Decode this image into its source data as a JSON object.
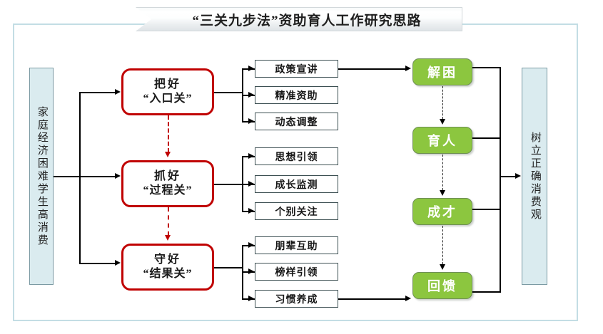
{
  "title": {
    "text": "“三关九步法”资助育人工作研究思路"
  },
  "colors": {
    "frame_border": "#c3dde4",
    "panel_fill": "#daebef",
    "panel_border": "#7b9aa3",
    "gate_border": "#c00000",
    "green_fill": "#8cc63f",
    "green_border": "#6f8f56",
    "step_border": "#3c4f52",
    "connector": "#000000"
  },
  "input_panel": {
    "label": "家庭经济困难学生高消费"
  },
  "output_panel": {
    "label": "树立正确消费观"
  },
  "gates": [
    {
      "line1": "把好",
      "line2": "“入口关”"
    },
    {
      "line1": "抓好",
      "line2": "“过程关”"
    },
    {
      "line1": "守好",
      "line2": "“结果关”"
    }
  ],
  "step_groups": [
    {
      "steps": [
        "政策宣讲",
        "精准资助",
        "动态调整"
      ]
    },
    {
      "steps": [
        "思想引领",
        "成长监测",
        "个别关注"
      ]
    },
    {
      "steps": [
        "朋辈互助",
        "榜样引领",
        "习惯养成"
      ]
    }
  ],
  "outcomes": [
    {
      "label": "解困"
    },
    {
      "label": "育人"
    },
    {
      "label": "成才"
    },
    {
      "label": "回馈"
    }
  ]
}
